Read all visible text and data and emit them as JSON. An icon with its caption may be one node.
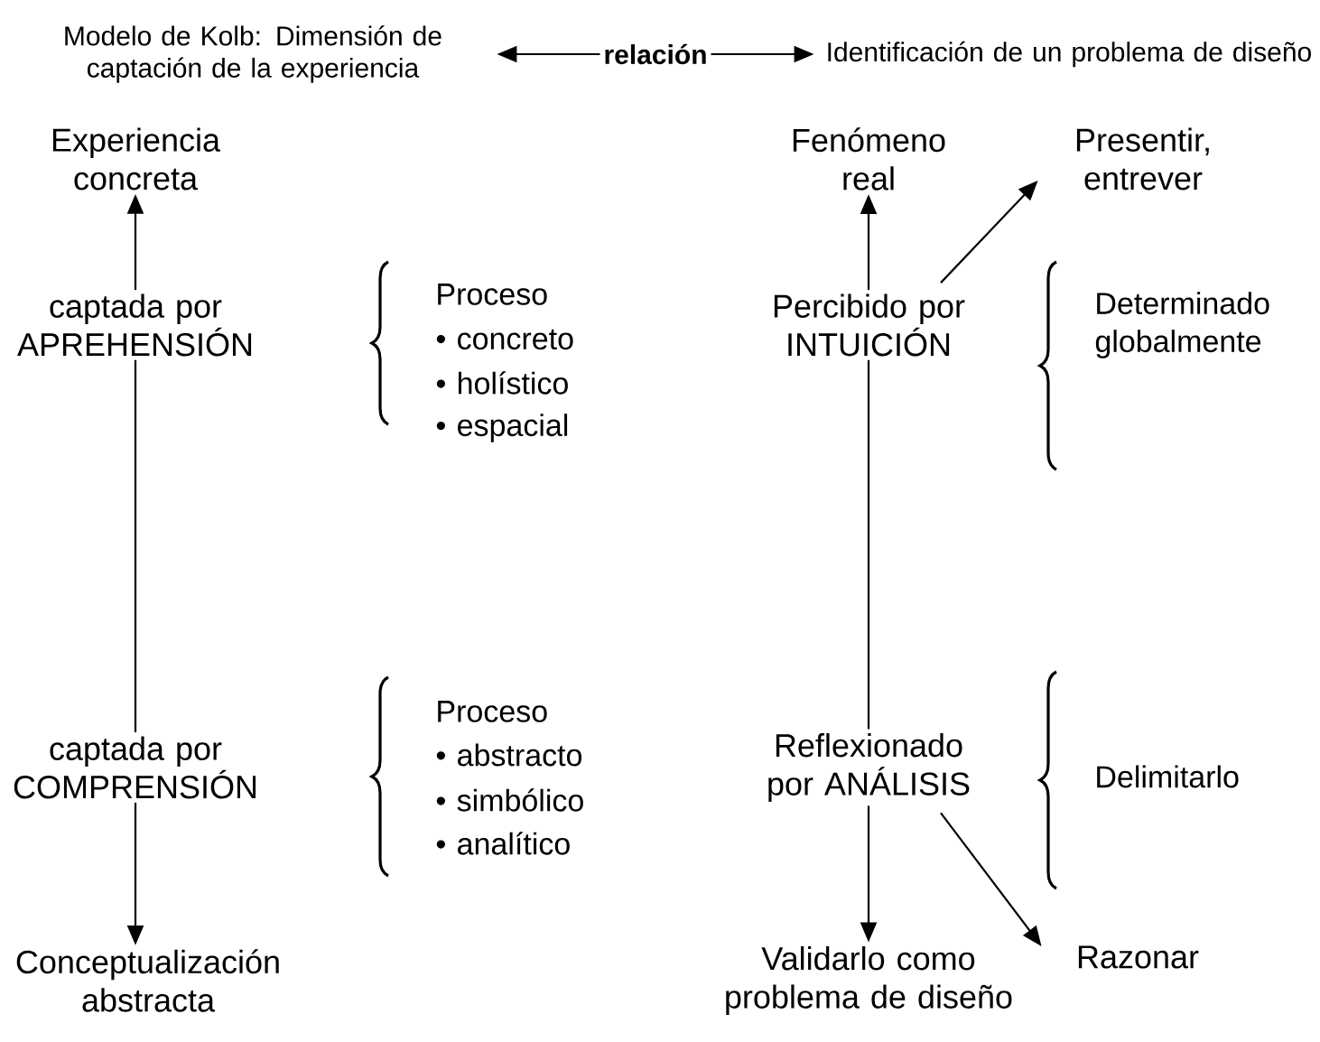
{
  "diagram": {
    "nodes": [
      {
        "text": [
          "Modelo de Kolb: Dimensión de captación de la experiencia"
        ]
      },
      {
        "text": [
          "Identificación de un problema de diseño"
        ]
      },
      {
        "text": [
          "Experiencia concreta"
        ]
      },
      {
        "text": [
          "captada por APREHENSIÓN"
        ]
      },
      {
        "text": [
          "captada por COMPRENSIÓN"
        ]
      },
      {
        "text": [
          "Conceptualización abstracta"
        ]
      },
      {
        "text": [
          "Fenómeno real"
        ]
      },
      {
        "text": [
          "Presentir, entrever"
        ]
      },
      {
        "text": [
          "Percibido por INTUICIÓN"
        ]
      },
      {
        "text": [
          "Reflexionado por ANÁLISIS"
        ]
      },
      {
        "text": [
          "Validarlo como problema de diseño"
        ]
      },
      {
        "text": [
          "Razonar"
        ]
      }
    ],
    "edges": [
      {
        "from": 0,
        "to": 1,
        "arrow": "both",
        "label": "relación"
      },
      {
        "from": 3,
        "to": 2,
        "arrow": "to"
      },
      {
        "from": 3,
        "to": 4,
        "arrow": "none"
      },
      {
        "from": 4,
        "to": 5,
        "arrow": "to"
      },
      {
        "from": 8,
        "to": 6,
        "arrow": "to"
      },
      {
        "from": 8,
        "to": 7,
        "arrow": "to"
      },
      {
        "from": 8,
        "to": 9,
        "arrow": "none"
      },
      {
        "from": 9,
        "to": 10,
        "arrow": "to"
      },
      {
        "from": 9,
        "to": 11,
        "arrow": "to"
      }
    ],
    "labels": [
      "Proceso",
      "• concreto",
      "• holístico",
      "• espacial",
      "Proceso",
      "• abstracto",
      "• simbólico",
      "• analítico",
      "Determinado globalmente",
      "Delimitarlo"
    ]
  }
}
